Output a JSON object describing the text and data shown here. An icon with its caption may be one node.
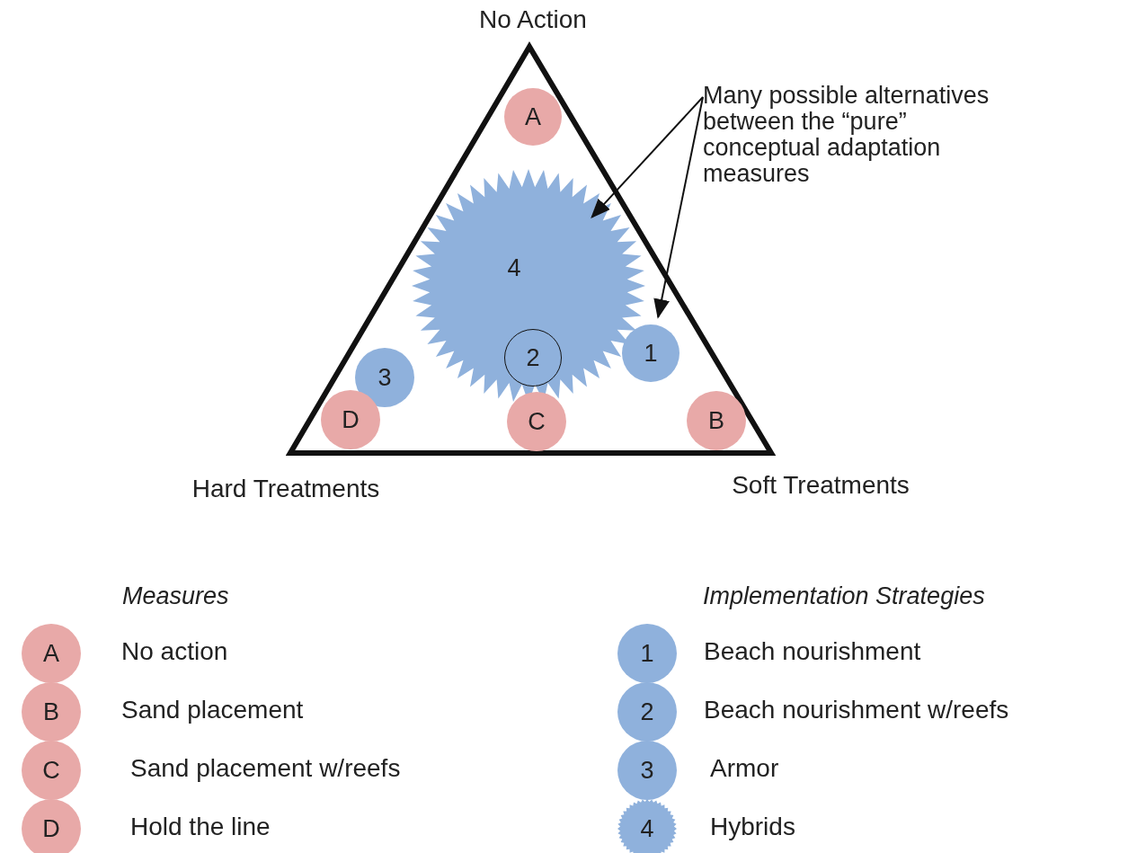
{
  "diagram": {
    "nodes": [
      {
        "text": [],
        "shape": "triangle",
        "beside": [
          "No Action",
          "Hard Treatments",
          "Soft Treatments"
        ]
      },
      {
        "text": [
          "A"
        ],
        "in": 0
      },
      {
        "text": [
          "4"
        ],
        "in": 0
      },
      {
        "text": [
          "2"
        ],
        "in": 2
      },
      {
        "text": [
          "1"
        ],
        "in": 0
      },
      {
        "text": [
          "3"
        ],
        "in": 0
      },
      {
        "text": [
          "D"
        ],
        "in": 0
      },
      {
        "text": [
          "C"
        ],
        "in": 0
      },
      {
        "text": [
          "B"
        ],
        "in": 0
      },
      {
        "text": [
          "Many possible alternatives between the “pure” conceptual adaptation measures"
        ]
      },
      {
        "text": [
          "A"
        ],
        "beside": [
          "No action"
        ]
      },
      {
        "text": [
          "B"
        ],
        "beside": [
          "Sand placement"
        ]
      },
      {
        "text": [
          "C"
        ],
        "beside": [
          "Sand placement w/reefs"
        ]
      },
      {
        "text": [
          "D"
        ],
        "beside": [
          "Hold the line"
        ]
      },
      {
        "text": [
          "1"
        ],
        "beside": [
          "Beach nourishment"
        ]
      },
      {
        "text": [
          "2"
        ],
        "beside": [
          "Beach nourishment w/reefs"
        ]
      },
      {
        "text": [
          "3"
        ],
        "beside": [
          "Armor"
        ]
      },
      {
        "text": [
          "4"
        ],
        "beside": [
          "Hybrids"
        ]
      }
    ],
    "edges": [
      {
        "from": 9,
        "to": 2,
        "arrow": "to"
      },
      {
        "from": 9,
        "to": 4,
        "arrow": "to"
      }
    ],
    "labels": [
      "Measures",
      "Implementation Strategies"
    ]
  }
}
